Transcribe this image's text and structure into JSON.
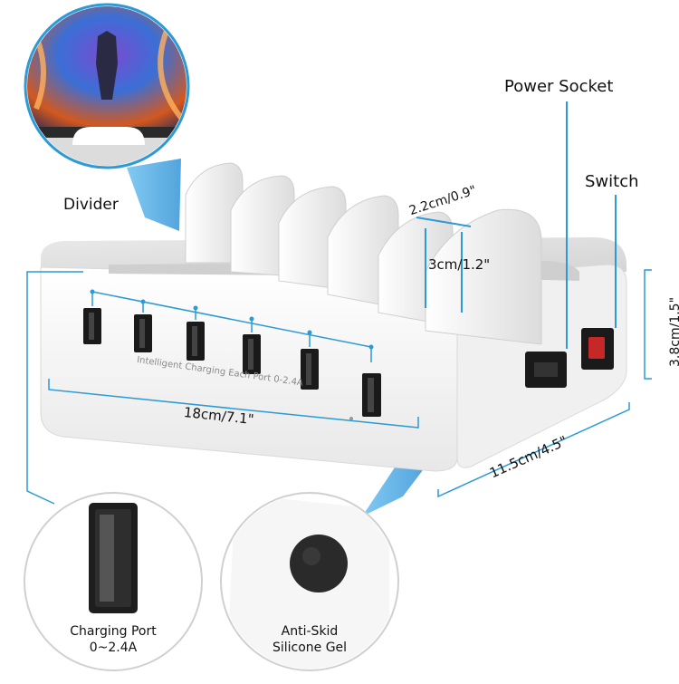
{
  "callouts": {
    "divider": "Divider",
    "power_socket": "Power Socket",
    "switch": "Switch"
  },
  "dimensions": {
    "divider_gap": "2.2cm/0.9\"",
    "divider_height": "3cm/1.2\"",
    "height": "3.8cm/1.5\"",
    "length": "18cm/7.1\"",
    "width": "11.5cm/4.5\""
  },
  "product": {
    "front_text": "Intelligent Charging Each Port 0-2.4A",
    "port_count": 6
  },
  "details": {
    "charging_port_line1": "Charging Port",
    "charging_port_line2": "0~2.4A",
    "antiskid_line1": "Anti-Skid",
    "antiskid_line2": "Silicone Gel"
  },
  "colors": {
    "accent_line": "#2b9ad6",
    "body": "#f4f4f4",
    "port": "#1a1a1a",
    "switch_red": "#c62828"
  }
}
